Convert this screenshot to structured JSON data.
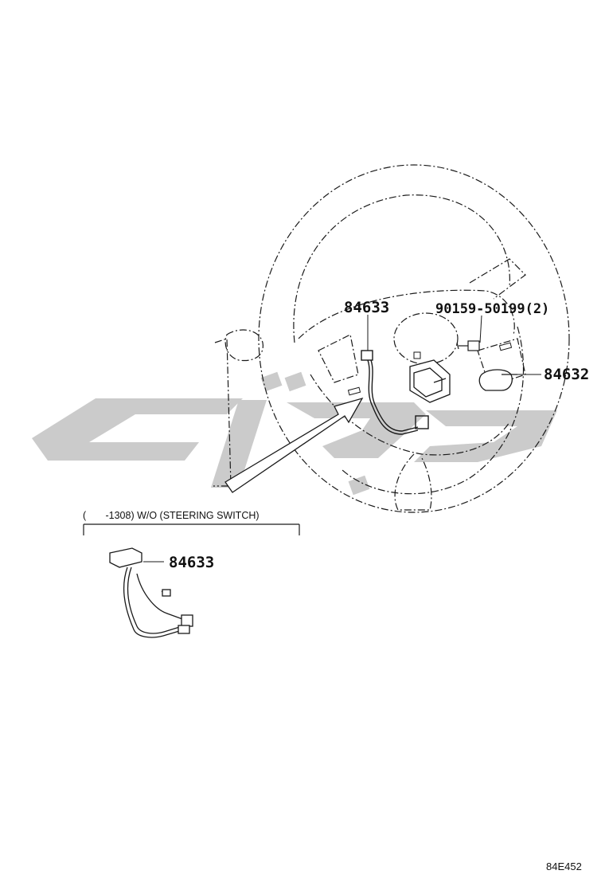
{
  "diagram": {
    "parts": [
      {
        "number": "84633"
      },
      {
        "number": "90159-50199(2)"
      },
      {
        "number": "84632"
      }
    ],
    "variant_note": "(       -1308) W/O (STEERING SWITCH)",
    "variant_part": {
      "number": "84633"
    },
    "figure_code": "84E452"
  },
  "watermark": {
    "text": "ﺑﻴﺠﻮ",
    "color": "#c6c6c6"
  },
  "colors": {
    "line": "#1a1a1a",
    "background": "#ffffff"
  }
}
